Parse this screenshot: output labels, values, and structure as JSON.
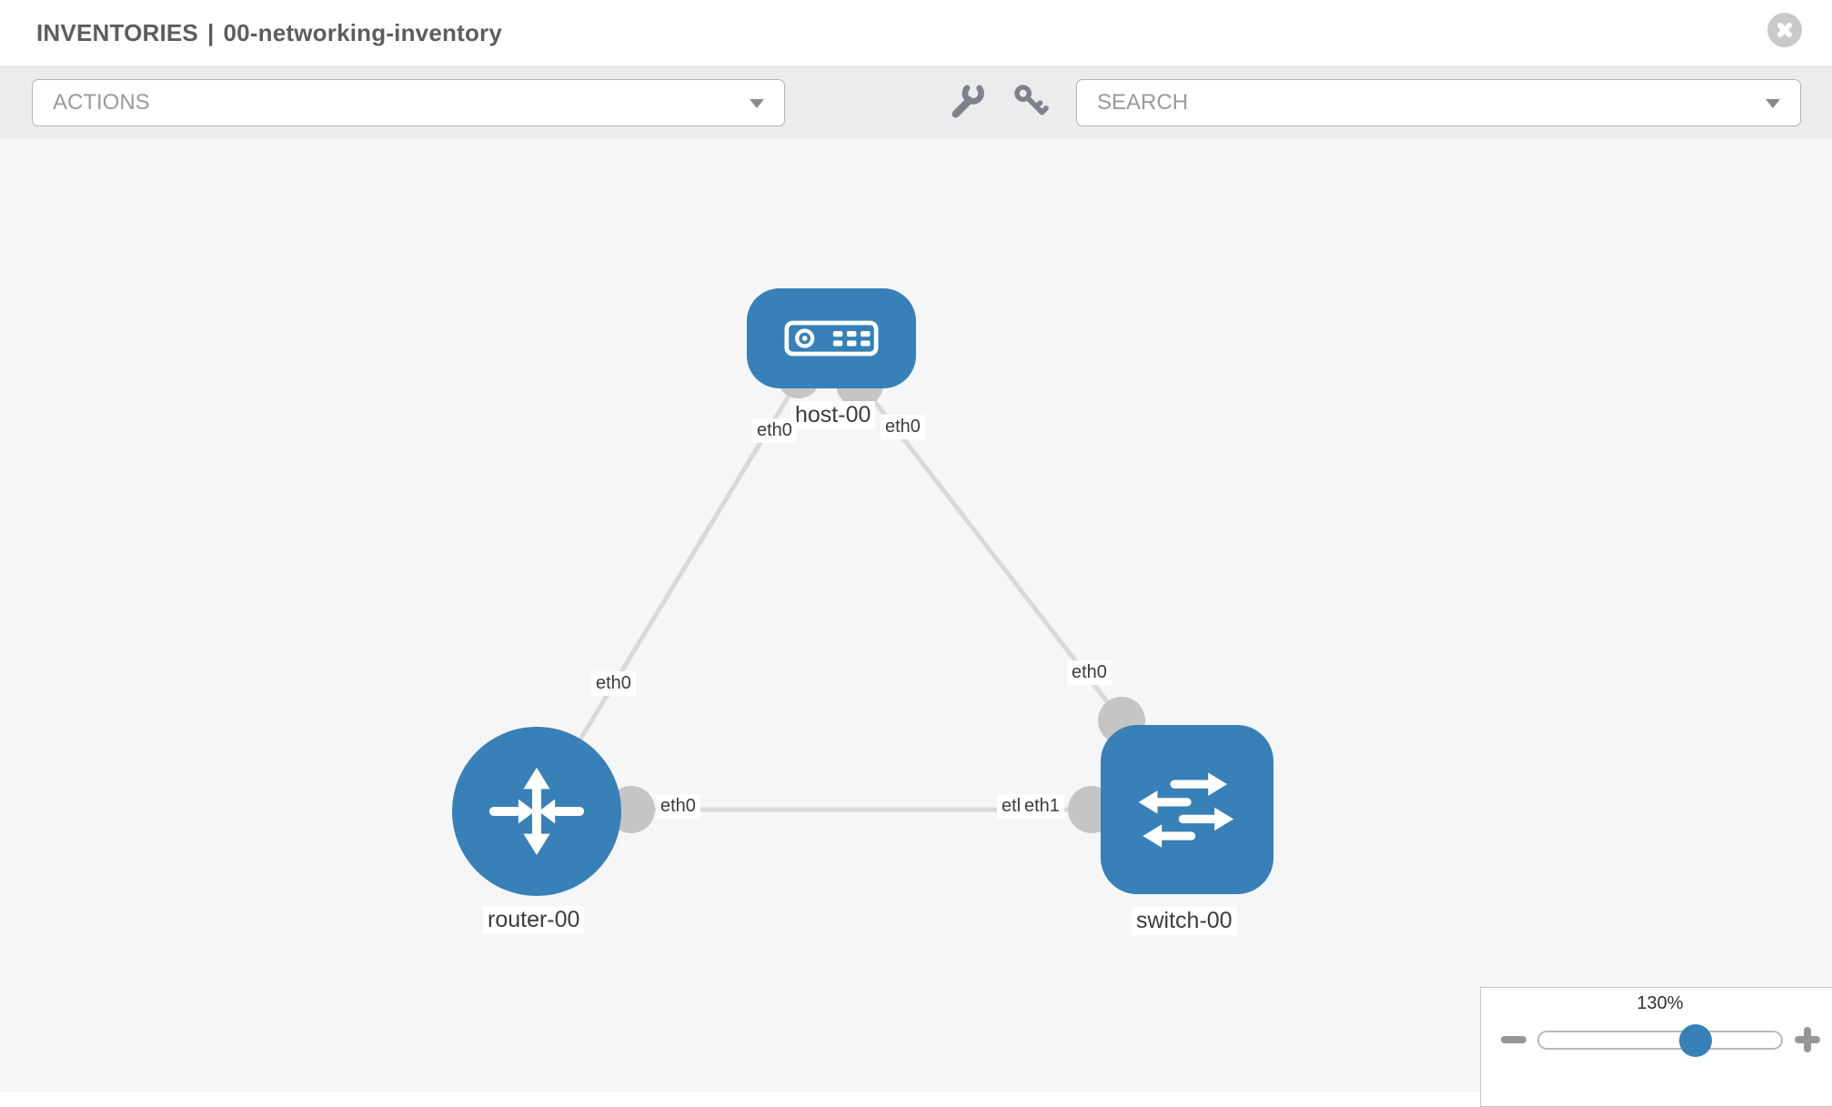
{
  "header": {
    "section": "INVENTORIES",
    "separator": "|",
    "inventory_name": "00-networking-inventory"
  },
  "toolbar": {
    "actions_label": "ACTIONS",
    "search_label": "SEARCH"
  },
  "topology": {
    "nodes": [
      {
        "id": "host-00",
        "type": "host",
        "label": "host-00"
      },
      {
        "id": "router-00",
        "type": "router",
        "label": "router-00"
      },
      {
        "id": "switch-00",
        "type": "switch",
        "label": "switch-00"
      }
    ],
    "links": [
      {
        "source": "host-00",
        "source_interface": "eth0",
        "target": "router-00",
        "target_interface": "eth0"
      },
      {
        "source": "host-00",
        "source_interface": "eth0",
        "target": "switch-00",
        "target_interface": "eth0"
      },
      {
        "source": "router-00",
        "source_interface": "eth0",
        "target": "switch-00",
        "target_interface": "eth1"
      }
    ],
    "overlapped_interface_label": "eth0"
  },
  "zoom_control": {
    "value": "130%"
  },
  "colors": {
    "node_blue": "#3780b8",
    "link_gray": "#d9d9d9",
    "port_gray": "#c5c5c5",
    "canvas_bg": "#f6f6f6"
  }
}
